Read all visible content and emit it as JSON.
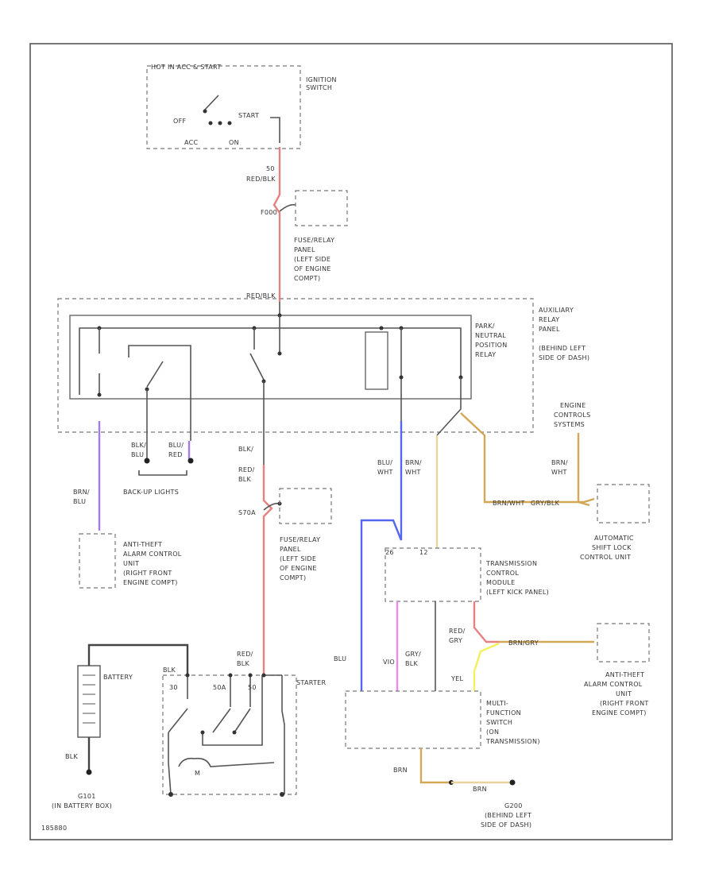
{
  "labels": {
    "hot_label": "HOT IN ACC & START",
    "ignition_switch": [
      "IGNITION",
      "SWITCH"
    ],
    "ign_off": "OFF",
    "ign_start": "START",
    "ign_acc": "ACC",
    "ign_on": "ON",
    "wire_top": [
      "50",
      "RED/BLK"
    ],
    "fuse_top": "F000",
    "fuse_panel_top": [
      "FUSE/RELAY",
      "PANEL",
      "(LEFT SIDE",
      "OF ENGINE",
      "COMPT)"
    ],
    "aux_connector": "RED/BLK",
    "aux_relay_panel": [
      "AUXILIARY",
      "RELAY",
      "PANEL",
      "(BEHIND LEFT",
      "SIDE OF DASH)"
    ],
    "park_neutral_relay": [
      "PARK/",
      "NEUTRAL",
      "POSITION",
      "RELAY"
    ],
    "engine_controls": [
      "ENGINE",
      "CONTROLS",
      "SYSTEMS"
    ],
    "blk_blu": [
      "BLK/",
      "BLU"
    ],
    "blu_red": [
      "BLU/",
      "RED"
    ],
    "blk_top_center": "BLK/",
    "red_blk_mid": [
      "RED/",
      "BLK"
    ],
    "brn_blu": [
      "BRN/",
      "BLU"
    ],
    "backup_lights": "BACK-UP LIGHTS",
    "fuse_mid": "S70A",
    "fuse_panel_mid": [
      "FUSE/RELAY",
      "PANEL",
      "(LEFT SIDE",
      "OF ENGINE",
      "COMPT)"
    ],
    "blu_brn_wht": [
      "BLU/",
      "WHT"
    ],
    "brn_wht_center": [
      "BRN/",
      "WHT"
    ],
    "brn_wht_right": [
      "BRN/",
      "WHT"
    ],
    "brn_wht_long": "BRN/WHT",
    "gry_blk_h": "GRY/BLK",
    "antitheft_left": [
      "ANTI-THEFT",
      "ALARM CONTROL",
      "UNIT",
      "(RIGHT FRONT",
      "ENGINE COMPT)"
    ],
    "auto_shift_lock": [
      "AUTOMATIC",
      "SHIFT LOCK",
      "CONTROL UNIT"
    ],
    "tcm": [
      "TRANSMISSION",
      "CONTROL",
      "MODULE",
      "(LEFT KICK PANEL)"
    ],
    "tcm_pin_l": "26",
    "tcm_pin_r": "12",
    "blu": "BLU",
    "vio": "VIO",
    "gry_blk": [
      "GRY/",
      "BLK"
    ],
    "red_gry": [
      "RED/",
      "GRY"
    ],
    "yel": "YEL",
    "brn_gry_h": "BRN/GRY",
    "antitheft_right": [
      "ANTI-THEFT",
      "ALARM CONTROL",
      "UNIT",
      "(RIGHT FRONT",
      "ENGINE COMPT)"
    ],
    "battery": "BATTERY",
    "blk_bat": "BLK",
    "blk_starter": "BLK",
    "red_blk_starter": [
      "RED/",
      "BLK"
    ],
    "starter": "STARTER",
    "st_30": "30",
    "st_50a": "50A",
    "st_50": "50",
    "st_m": "M",
    "ground_battery": [
      "G101",
      "(IN BATTERY BOX)"
    ],
    "mfs": [
      "MULTI-",
      "FUNCTION",
      "SWITCH",
      "(ON",
      "TRANSMISSION)"
    ],
    "brn_1": "BRN",
    "brn_2": "BRN",
    "ground_right": [
      "G200",
      "(BEHIND LEFT",
      "SIDE OF DASH)"
    ],
    "figure_id": "185880"
  },
  "colors": {
    "red": "#e88080",
    "blue": "#5566ee",
    "purple": "#a27ce0",
    "pink": "#ee88ee",
    "tan": "#e8d59e",
    "tan_brown": "#d2a857",
    "yellow": "#f2f05e"
  }
}
